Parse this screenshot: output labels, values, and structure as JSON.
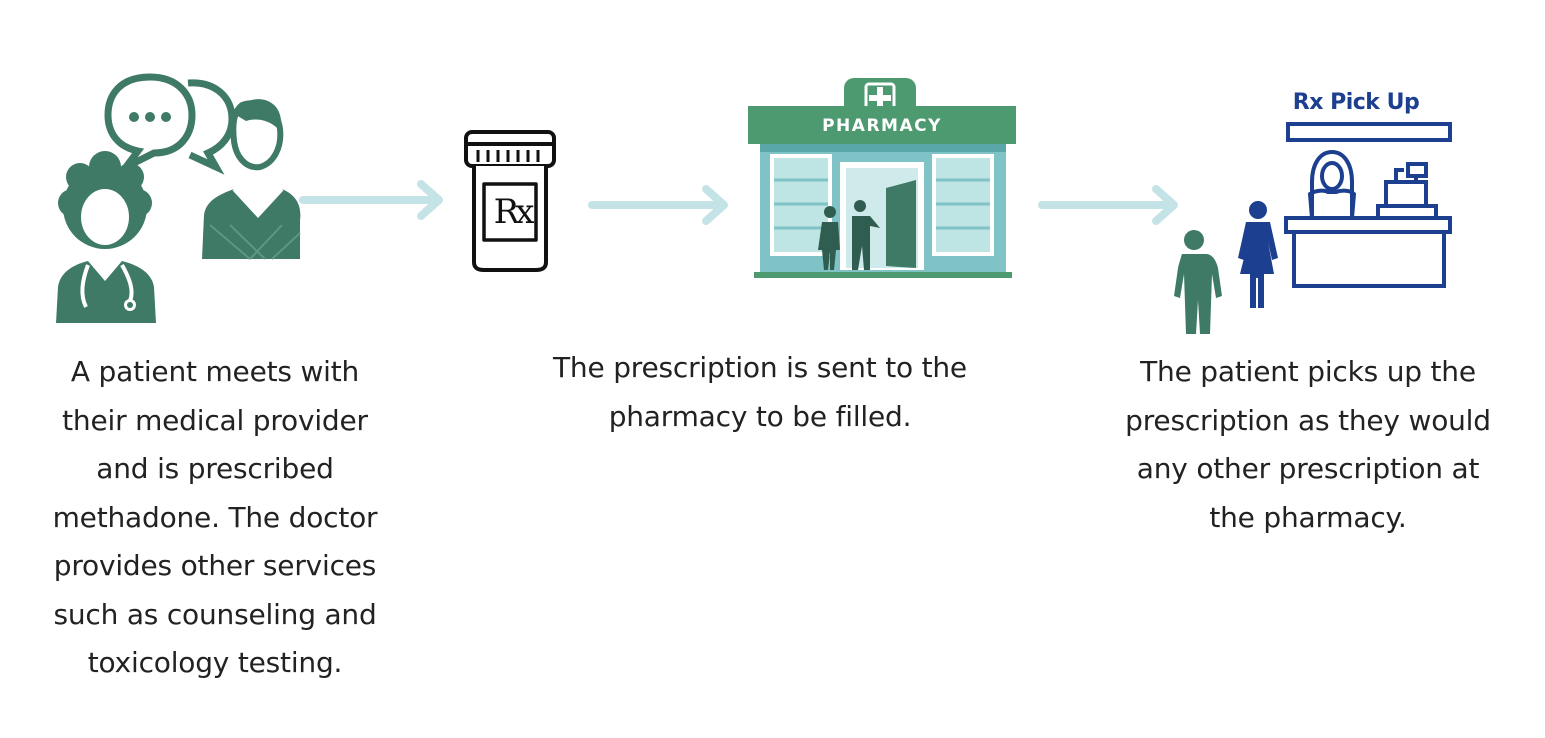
{
  "colors": {
    "green": "#3f7a66",
    "pharmacy_green": "#4e9a70",
    "teal_building": "#7fc3c6",
    "arrow": "#c4e3e6",
    "navy": "#1d3f8f",
    "text": "#222222"
  },
  "steps": [
    {
      "icon": "patient-provider-conversation-icon",
      "caption_lines": [
        "A patient meets with",
        "their medical provider",
        "and is prescribed",
        "methadone. The doctor",
        "provides other services",
        "such as counseling and",
        "toxicology testing."
      ]
    },
    {
      "icon": "prescription-bottle-icon",
      "bottle_label": "Rx"
    },
    {
      "icon": "pharmacy-building-icon",
      "sign_label": "PHARMACY",
      "caption_lines": [
        "The prescription is sent to the",
        "pharmacy to be filled."
      ]
    },
    {
      "icon": "rx-pickup-counter-icon",
      "sign_label": "Rx Pick Up",
      "caption_lines": [
        "The patient picks up the",
        "prescription as they would",
        "any other prescription at",
        "the pharmacy."
      ]
    }
  ]
}
